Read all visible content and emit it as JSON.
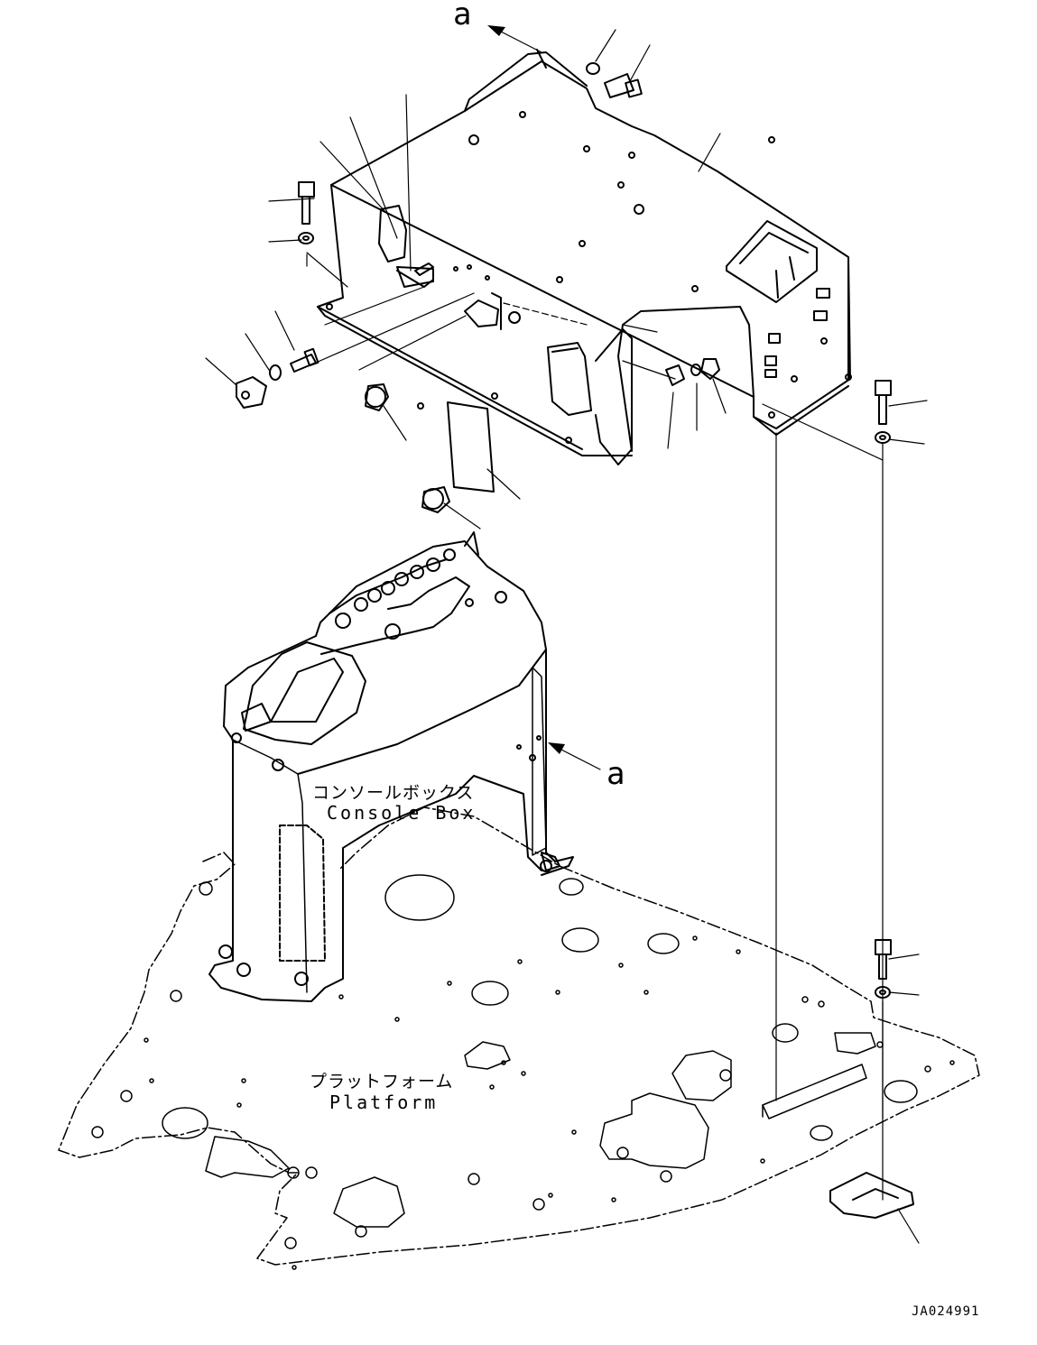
{
  "view_arrow_label": "a",
  "console_box": {
    "label_jp": "コンソールボックス",
    "label_en": "Console Box"
  },
  "platform": {
    "label_jp": "プラットフォーム",
    "label_en": "Platform"
  },
  "drawing_number": "JA024991"
}
